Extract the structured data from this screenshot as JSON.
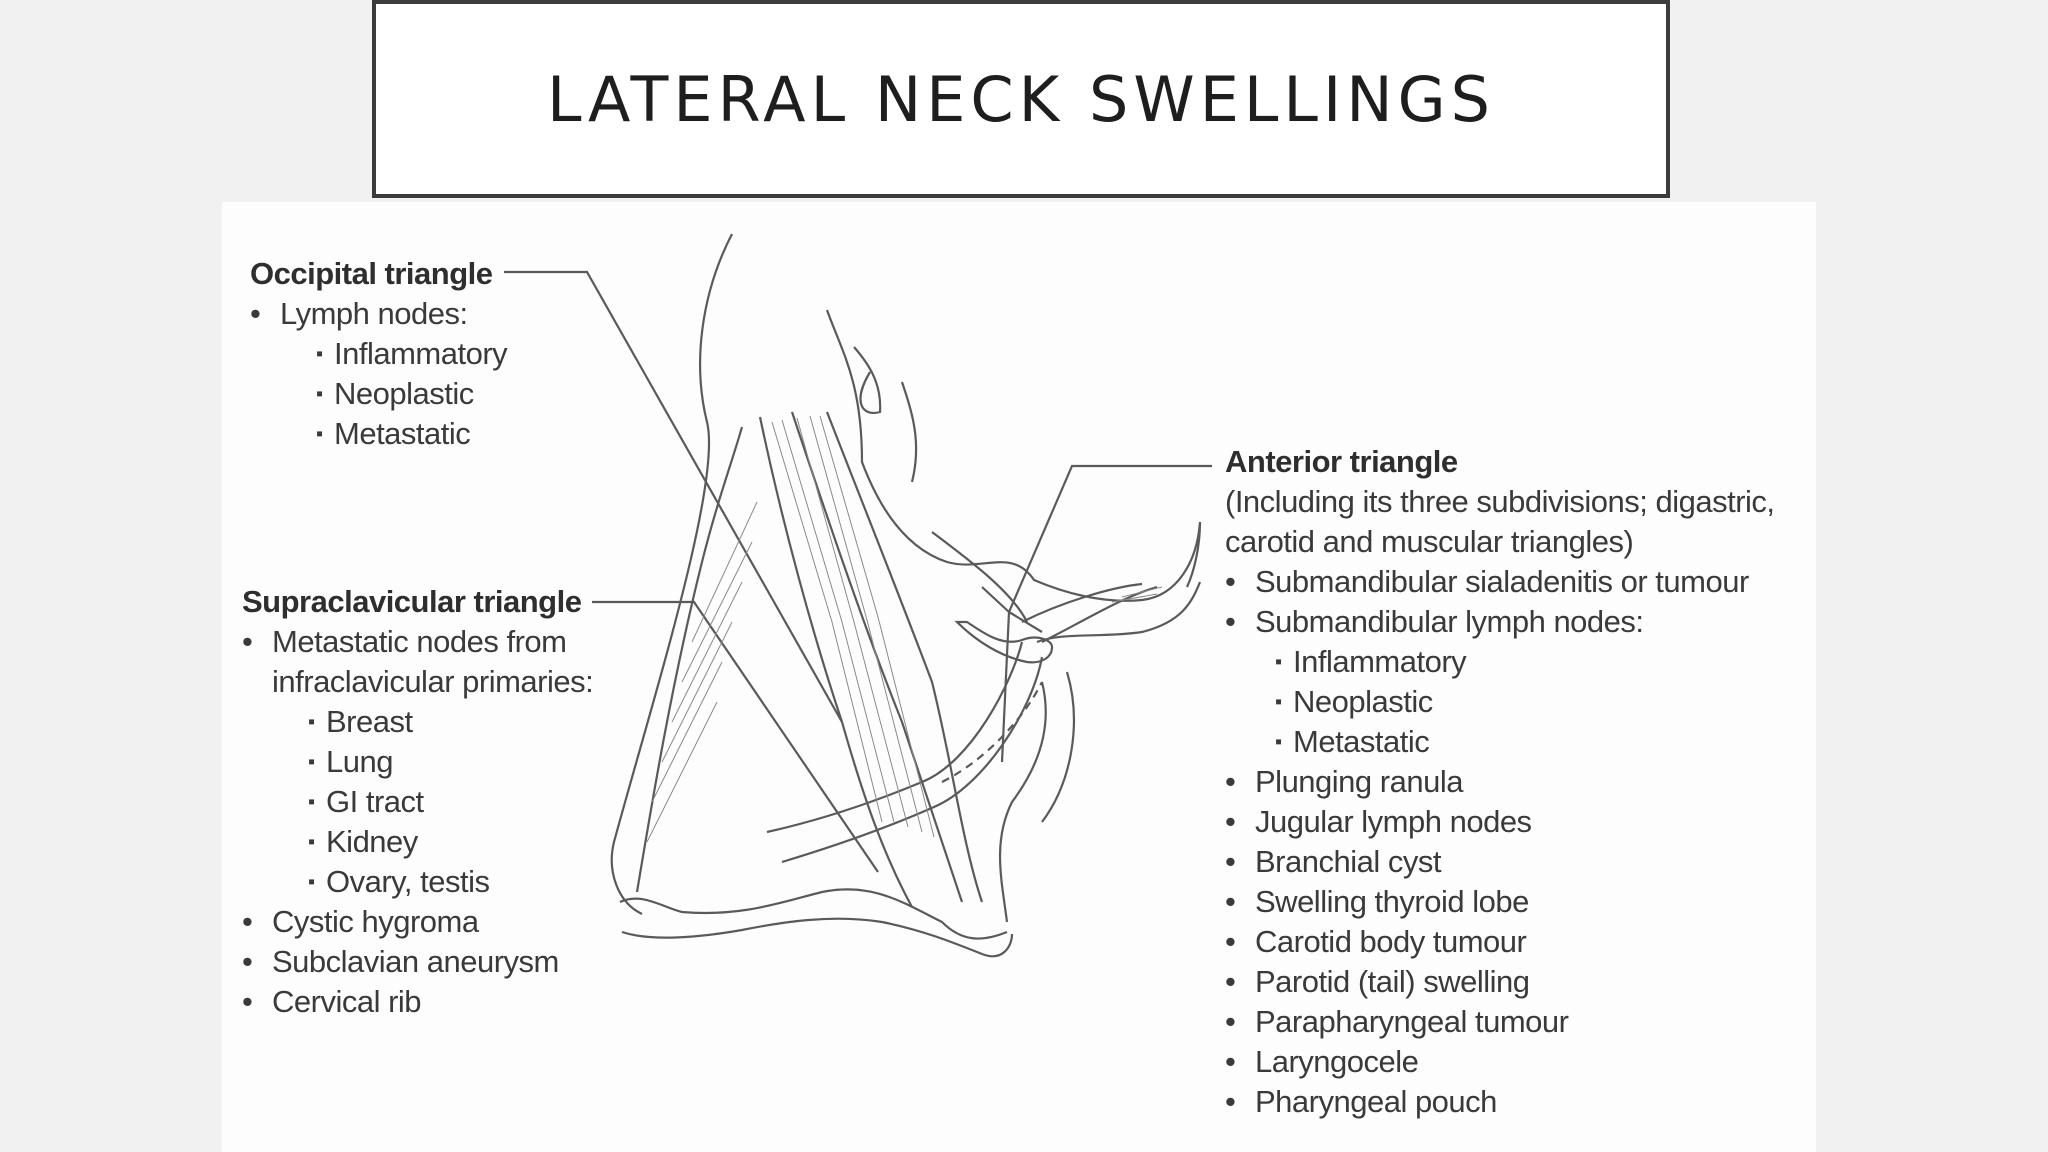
{
  "title": "LATERAL NECK SWELLINGS",
  "occipital": {
    "heading": "Occipital triangle",
    "item": "Lymph nodes:",
    "subitems": [
      "Inflammatory",
      "Neoplastic",
      "Metastatic"
    ]
  },
  "supraclavicular": {
    "heading": "Supraclavicular triangle",
    "item1_line1": "Metastatic nodes from",
    "item1_line2": "infraclavicular primaries:",
    "subitems": [
      "Breast",
      "Lung",
      "GI tract",
      "Kidney",
      "Ovary, testis"
    ],
    "items": [
      "Cystic hygroma",
      "Subclavian aneurysm",
      "Cervical rib"
    ]
  },
  "anterior": {
    "heading": "Anterior triangle",
    "desc_line1": "(Including its three subdivisions; digastric,",
    "desc_line2": "carotid and muscular triangles)",
    "item1": "Submandibular sialadenitis or tumour",
    "item2": "Submandibular lymph nodes:",
    "subitems": [
      "Inflammatory",
      "Neoplastic",
      "Metastatic"
    ],
    "items": [
      "Plunging ranula",
      "Jugular lymph nodes",
      "Branchial cyst",
      "Swelling thyroid lobe",
      "Carotid body tumour",
      "Parotid (tail) swelling",
      "Parapharyngeal tumour",
      "Laryngocele",
      "Pharyngeal pouch"
    ]
  }
}
